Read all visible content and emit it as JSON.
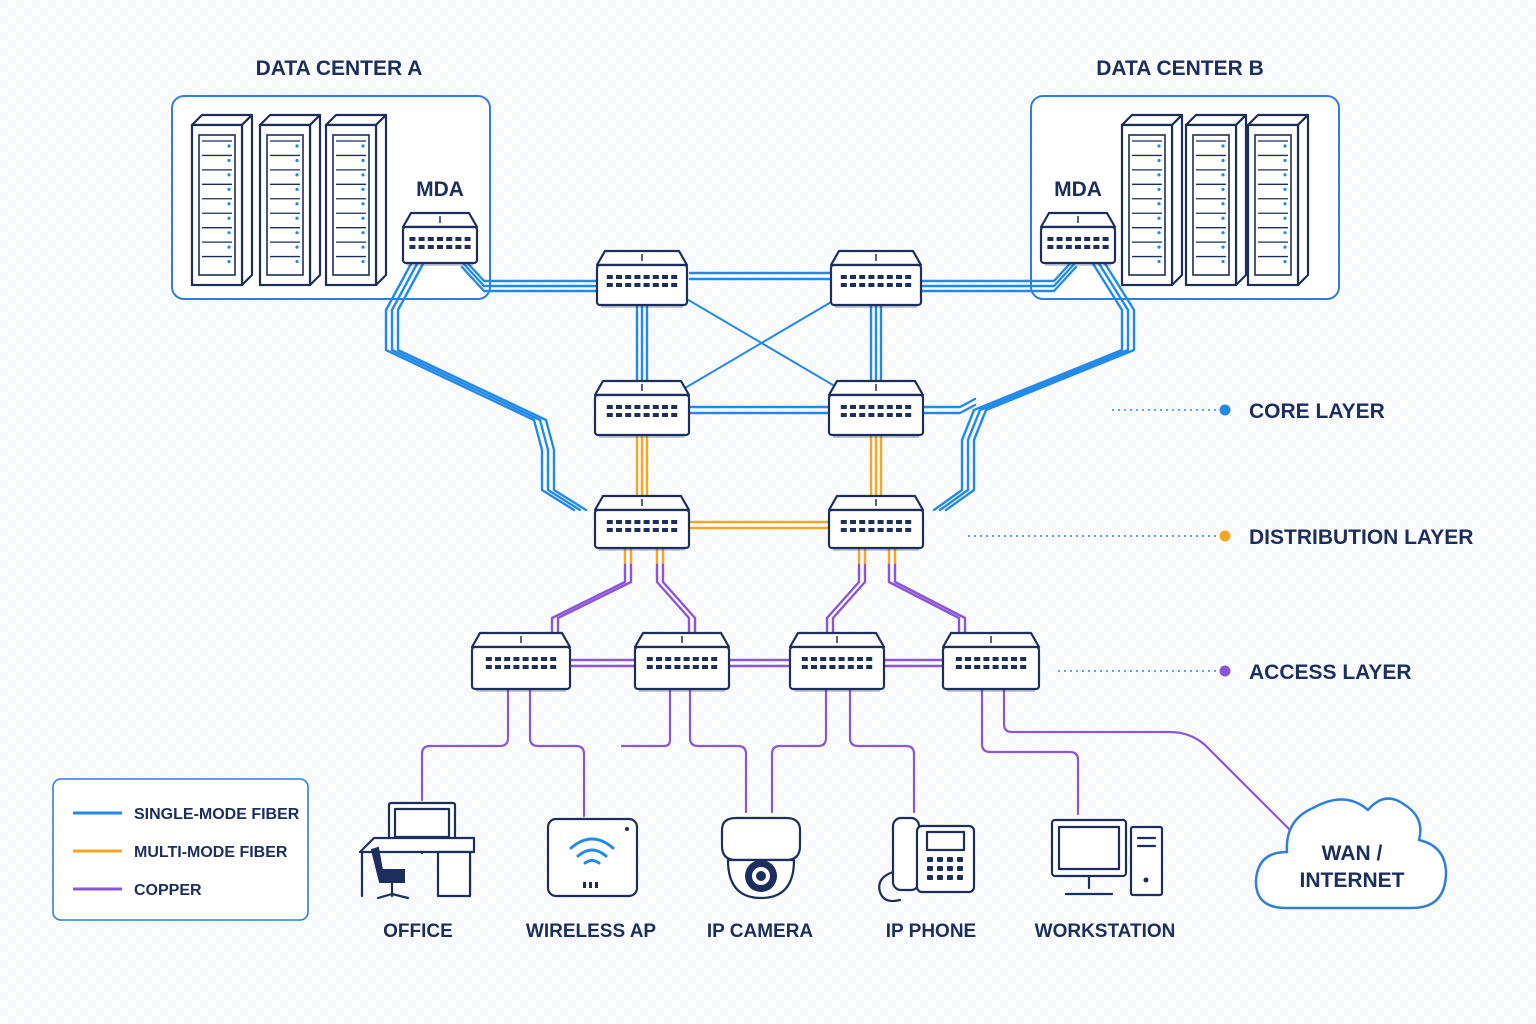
{
  "data_centers": [
    {
      "title": "DATA CENTER A",
      "mda_label": "MDA"
    },
    {
      "title": "DATA CENTER B",
      "mda_label": "MDA"
    }
  ],
  "layers": [
    {
      "label": "CORE LAYER",
      "color": "#2189e8"
    },
    {
      "label": "DISTRIBUTION LAYER",
      "color": "#f5a623"
    },
    {
      "label": "ACCESS LAYER",
      "color": "#8a55d6"
    }
  ],
  "legend": [
    {
      "label": "SINGLE-MODE FIBER",
      "color": "#2189e8"
    },
    {
      "label": "MULTI-MODE FIBER",
      "color": "#f5a623"
    },
    {
      "label": "COPPER",
      "color": "#8a55d6"
    }
  ],
  "endpoints": [
    {
      "label": "OFFICE",
      "icon": "office-desk-icon"
    },
    {
      "label": "WIRELESS AP",
      "icon": "wireless-ap-icon"
    },
    {
      "label": "IP CAMERA",
      "icon": "ip-camera-icon"
    },
    {
      "label": "IP PHONE",
      "icon": "ip-phone-icon"
    },
    {
      "label": "WORKSTATION",
      "icon": "workstation-icon"
    }
  ],
  "wan": {
    "line1": "WAN /",
    "line2": "INTERNET",
    "icon": "cloud-icon"
  },
  "colors": {
    "ink": "#1c2e5c",
    "single_mode": "#2189e8",
    "multi_mode": "#f5a623",
    "copper": "#8a55d6",
    "frame": "#2f7fd8"
  }
}
